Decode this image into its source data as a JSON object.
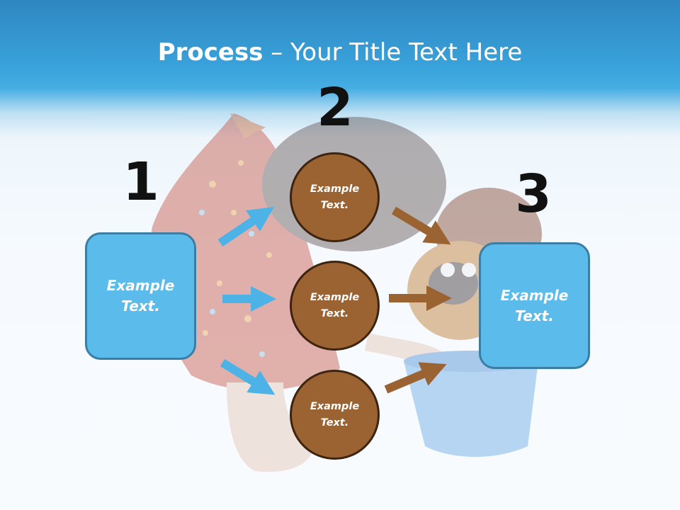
{
  "title": {
    "bold": "Process",
    "rest": " – Your Title Text Here"
  },
  "steps": {
    "one": "1",
    "two": "2",
    "three": "3"
  },
  "left_box": {
    "text": "Example Text."
  },
  "circles": [
    {
      "text": "Example Text."
    },
    {
      "text": "Example Text."
    },
    {
      "text": "Example Text."
    }
  ],
  "right_box": {
    "text": "Example Text."
  },
  "colors": {
    "box_fill": "#5bbbeb",
    "box_border": "#3a7ea6",
    "circle_fill": "#9b6332",
    "circle_border": "#3d2410",
    "arrow_blue": "#4db3e6",
    "arrow_brown": "#9b6332"
  }
}
